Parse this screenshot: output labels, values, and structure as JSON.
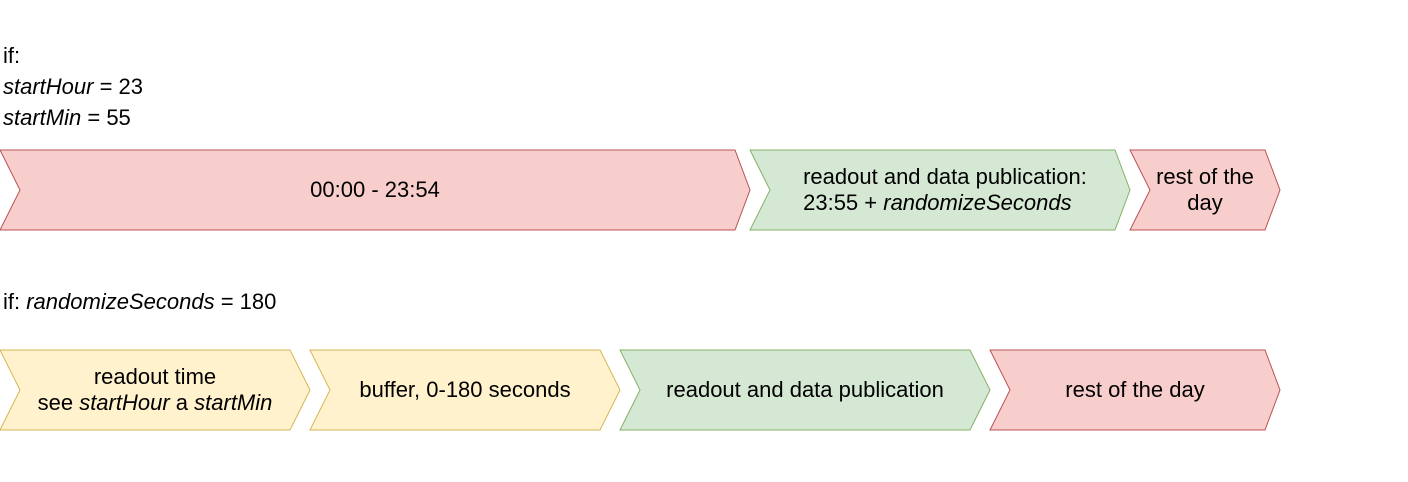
{
  "colors": {
    "red_fill": "#f8cecc",
    "red_stroke": "#b85450",
    "green_fill": "#d5e8d4",
    "green_stroke": "#82b366",
    "yellow_fill": "#fff2cc",
    "yellow_stroke": "#d6b656"
  },
  "condition1": {
    "line1": "if:",
    "line2_var": "startHour",
    "line2_rest": " = 23",
    "line3_var": "startMin",
    "line3_rest": " = 55"
  },
  "row1": {
    "s1": {
      "text": "00:00 - 23:54"
    },
    "s2": {
      "line1": "readout and data publication:",
      "line2_a": "23:55 + ",
      "line2_b": "randomizeSeconds"
    },
    "s3": {
      "line1": "rest of the",
      "line2": "day"
    }
  },
  "condition2": {
    "prefix": "if: ",
    "var": "randomizeSeconds",
    "rest": " = 180"
  },
  "row2": {
    "s1": {
      "line1": "readout time",
      "line2_a": "see ",
      "line2_b": "startHour",
      "line2_c": " a ",
      "line2_d": "startMin"
    },
    "s2": {
      "text": "buffer, 0-180 seconds"
    },
    "s3": {
      "text": "readout and data publication"
    },
    "s4": {
      "text": "rest of the day"
    }
  }
}
